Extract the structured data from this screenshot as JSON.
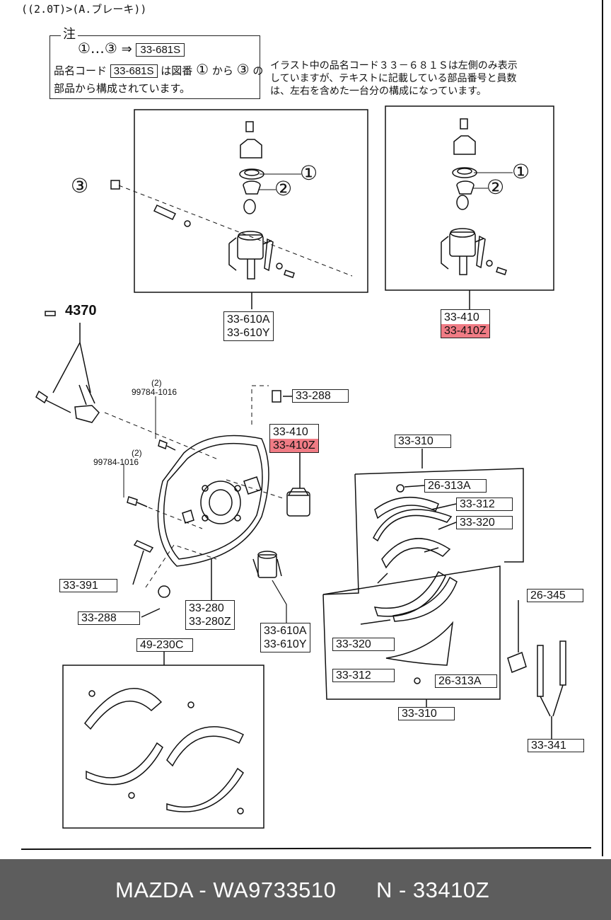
{
  "header": {
    "breadcrumb": "((2.0T)>(A.ブレーキ))"
  },
  "note": {
    "title": "注",
    "line1_range": "①…③",
    "line1_arrow": "⇒",
    "line1_code": "33-681S",
    "line2_prefix": "品名コード",
    "line2_code": "33-681S",
    "line2_mid": "は図番",
    "line2_c1": "①",
    "line2_from": "から",
    "line2_c3": "③",
    "line2_suffix": "の",
    "line3": "部品から構成されています。"
  },
  "note_right": {
    "line1": "イラスト中の品名コード３３－６８１Ｓは左側のみ表示",
    "line2": "していますが、テキストに記載している部品番号と員数",
    "line3": "は、左右を含めた一台分の構成になっています。"
  },
  "callouts": {
    "c1": "①",
    "c2": "②",
    "c3": "③"
  },
  "labels": {
    "cyl_left_a": "33-610A",
    "cyl_left_b": "33-610Y",
    "cyl_right_a": "33-410",
    "cyl_right_b": "33-410Z",
    "ref_4370": "4370",
    "bolt_qty_1": "(2)",
    "bolt_code_1": "99784-1016",
    "bolt_qty_2": "(2)",
    "bolt_code_2": "99784-1016",
    "plug_top": "33-288",
    "mid_410": "33-410",
    "mid_410z": "33-410Z",
    "shoe_set_top": "33-310",
    "pin_top": "26-313A",
    "lining_top": "33-312",
    "shoe_top": "33-320",
    "pin_391": "33-391",
    "plug_bottom": "33-288",
    "plate_a": "33-280",
    "plate_b": "33-280Z",
    "cyl_mid_a": "33-610A",
    "cyl_mid_b": "33-610Y",
    "spring_clip": "26-345",
    "shoe_bottom": "33-320",
    "lining_bottom": "33-312",
    "pin_bottom": "26-313A",
    "shoe_set_bottom": "33-310",
    "spring_set": "33-341",
    "lining_kit": "49-230C"
  },
  "footer": {
    "brand_part": "MAZDA - WA9733510",
    "part_number": "N - 33410Z"
  },
  "colors": {
    "highlight": "#f07c85",
    "footer_bg": "#5d5d5d"
  }
}
